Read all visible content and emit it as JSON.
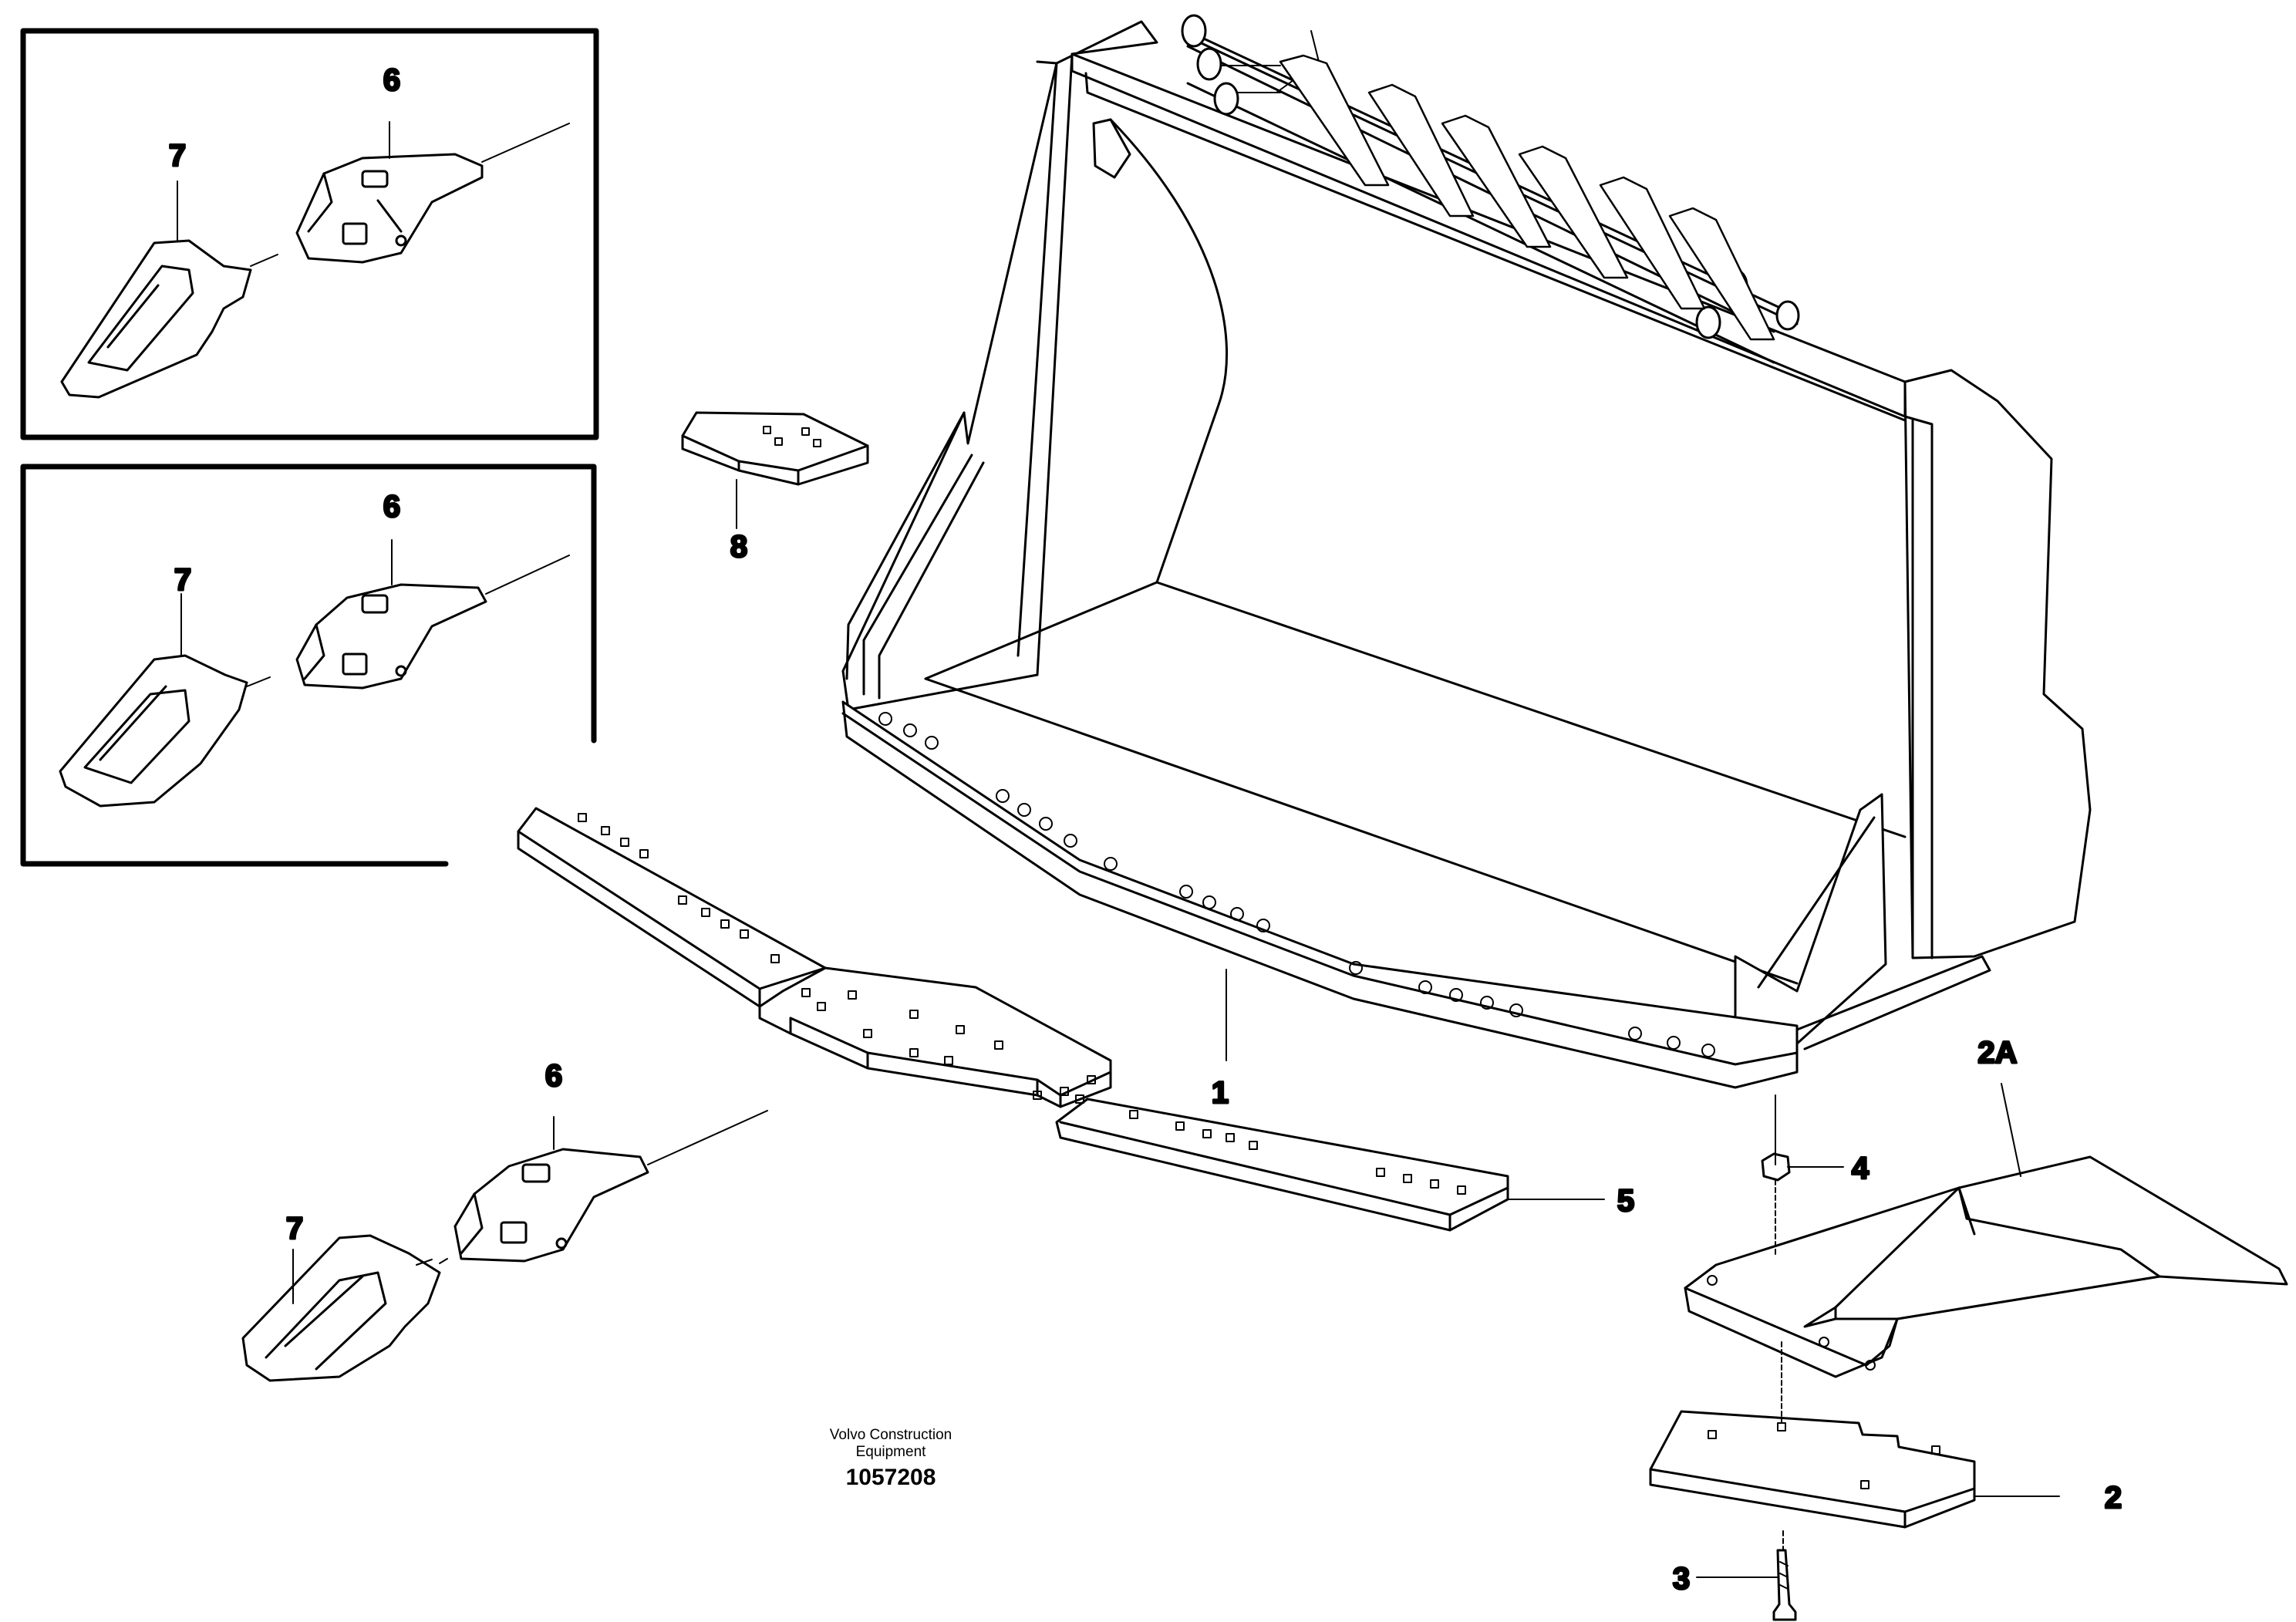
{
  "callouts": {
    "inset1": {
      "tooth_holder": "6",
      "tooth": "7"
    },
    "inset2": {
      "tooth_holder": "6",
      "tooth": "7"
    },
    "main": {
      "bucket": "1",
      "wear_plate": "2",
      "wear_plate_assembly": "2A",
      "screw": "3",
      "nut": "4",
      "cutting_edge": "5",
      "tooth_holder": "6",
      "tooth": "7",
      "segment": "8"
    }
  },
  "footer": {
    "line1": "Volvo Construction",
    "line2": "Equipment",
    "drawing_number": "1057208"
  }
}
